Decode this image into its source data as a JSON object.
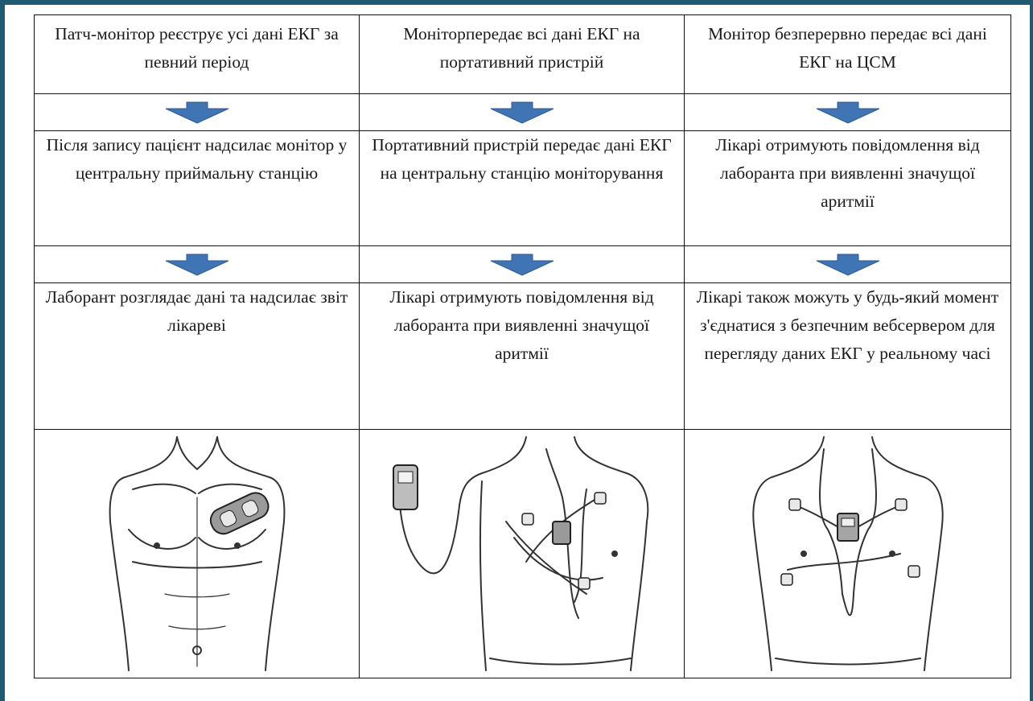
{
  "colors": {
    "frame": "#1f5a73",
    "arrow_fill": "#3f74b5",
    "arrow_stroke": "#2c5a94"
  },
  "columns": [
    {
      "step1": "Патч-монітор реєструє усі дані ЕКГ за певний період",
      "step2": "Після запису пацієнт надсилає монітор у центральну приймальну станцію",
      "step3": "Лаборант розглядає дані та надсилає звіт лікареві",
      "illustration": "patch-monitor-torso"
    },
    {
      "step1": "Моніторпередає всі дані ЕКГ на портативний пристрій",
      "step2": "Портативний пристрій передає дані ЕКГ на центральну станцію моніторування",
      "step3": "Лікарі отримують повідомлення від лаборанта при виявленні значущої аритмії",
      "illustration": "handheld-device-torso"
    },
    {
      "step1": "Монітор безперервно передає всі дані ЕКГ на ЦСМ",
      "step2": "Лікарі отримують повідомлення від лаборанта при виявленні значущої аритмії",
      "step3": "Лікарі також можуть у будь-який момент з'єднатися з безпечним вебсервером для перегляду даних ЕКГ у реальному часі",
      "illustration": "wired-monitor-torso"
    }
  ],
  "arrow_icon": "down-arrow-icon"
}
